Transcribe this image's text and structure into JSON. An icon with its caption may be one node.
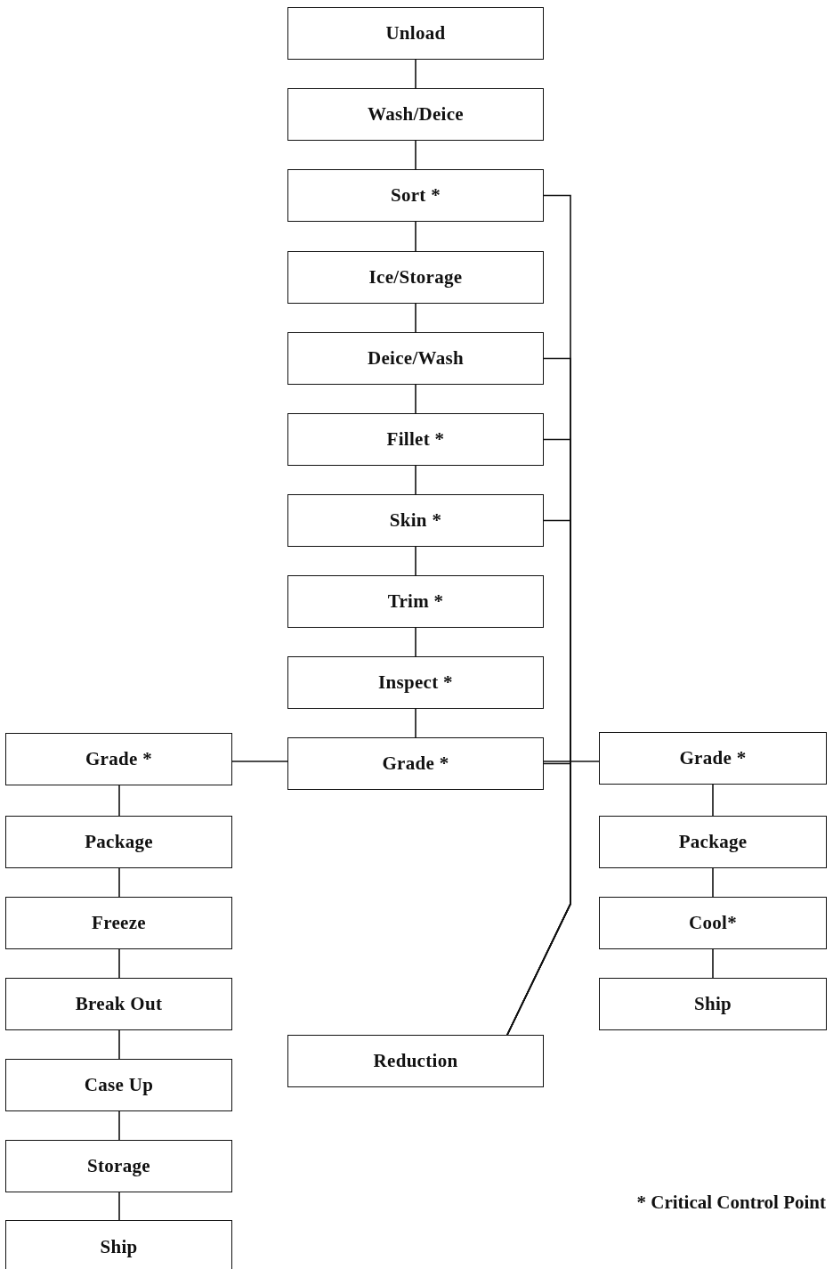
{
  "diagram": {
    "nodes": [
      {
        "text": [
          "Unload"
        ]
      },
      {
        "text": [
          "Wash/Deice"
        ]
      },
      {
        "text": [
          "Sort *"
        ]
      },
      {
        "text": [
          "Ice/Storage"
        ]
      },
      {
        "text": [
          "Deice/Wash"
        ]
      },
      {
        "text": [
          "Fillet *"
        ]
      },
      {
        "text": [
          "Skin *"
        ]
      },
      {
        "text": [
          "Trim *"
        ]
      },
      {
        "text": [
          "Inspect *"
        ]
      },
      {
        "text": [
          "Grade *"
        ]
      },
      {
        "text": [
          "Grade *"
        ]
      },
      {
        "text": [
          "Package"
        ]
      },
      {
        "text": [
          "Freeze"
        ]
      },
      {
        "text": [
          "Break Out"
        ]
      },
      {
        "text": [
          "Case Up"
        ]
      },
      {
        "text": [
          "Storage"
        ]
      },
      {
        "text": [
          "Ship"
        ]
      },
      {
        "text": [
          "Grade *"
        ]
      },
      {
        "text": [
          "Package"
        ]
      },
      {
        "text": [
          "Cool*"
        ]
      },
      {
        "text": [
          "Ship"
        ]
      },
      {
        "text": [
          "Reduction"
        ]
      }
    ],
    "edges": [
      {
        "from": 0,
        "to": 1,
        "arrow": "none"
      },
      {
        "from": 1,
        "to": 2,
        "arrow": "none"
      },
      {
        "from": 2,
        "to": 3,
        "arrow": "none"
      },
      {
        "from": 3,
        "to": 4,
        "arrow": "none"
      },
      {
        "from": 4,
        "to": 5,
        "arrow": "none"
      },
      {
        "from": 5,
        "to": 6,
        "arrow": "none"
      },
      {
        "from": 6,
        "to": 7,
        "arrow": "none"
      },
      {
        "from": 7,
        "to": 8,
        "arrow": "none"
      },
      {
        "from": 8,
        "to": 9,
        "arrow": "none"
      },
      {
        "from": 9,
        "to": 10,
        "arrow": "none"
      },
      {
        "from": 10,
        "to": 11,
        "arrow": "none"
      },
      {
        "from": 11,
        "to": 12,
        "arrow": "none"
      },
      {
        "from": 12,
        "to": 13,
        "arrow": "none"
      },
      {
        "from": 13,
        "to": 14,
        "arrow": "none"
      },
      {
        "from": 14,
        "to": 15,
        "arrow": "none"
      },
      {
        "from": 15,
        "to": 16,
        "arrow": "none"
      },
      {
        "from": 9,
        "to": 17,
        "arrow": "none"
      },
      {
        "from": 17,
        "to": 18,
        "arrow": "none"
      },
      {
        "from": 18,
        "to": 19,
        "arrow": "none"
      },
      {
        "from": 19,
        "to": 20,
        "arrow": "none"
      },
      {
        "from": 2,
        "to": 21,
        "arrow": "none"
      },
      {
        "from": 4,
        "to": 21,
        "arrow": "none"
      },
      {
        "from": 5,
        "to": 21,
        "arrow": "none"
      },
      {
        "from": 6,
        "to": 21,
        "arrow": "none"
      },
      {
        "from": 9,
        "to": 21,
        "arrow": "none"
      }
    ],
    "labels": [
      "* Critical Control Point"
    ]
  }
}
